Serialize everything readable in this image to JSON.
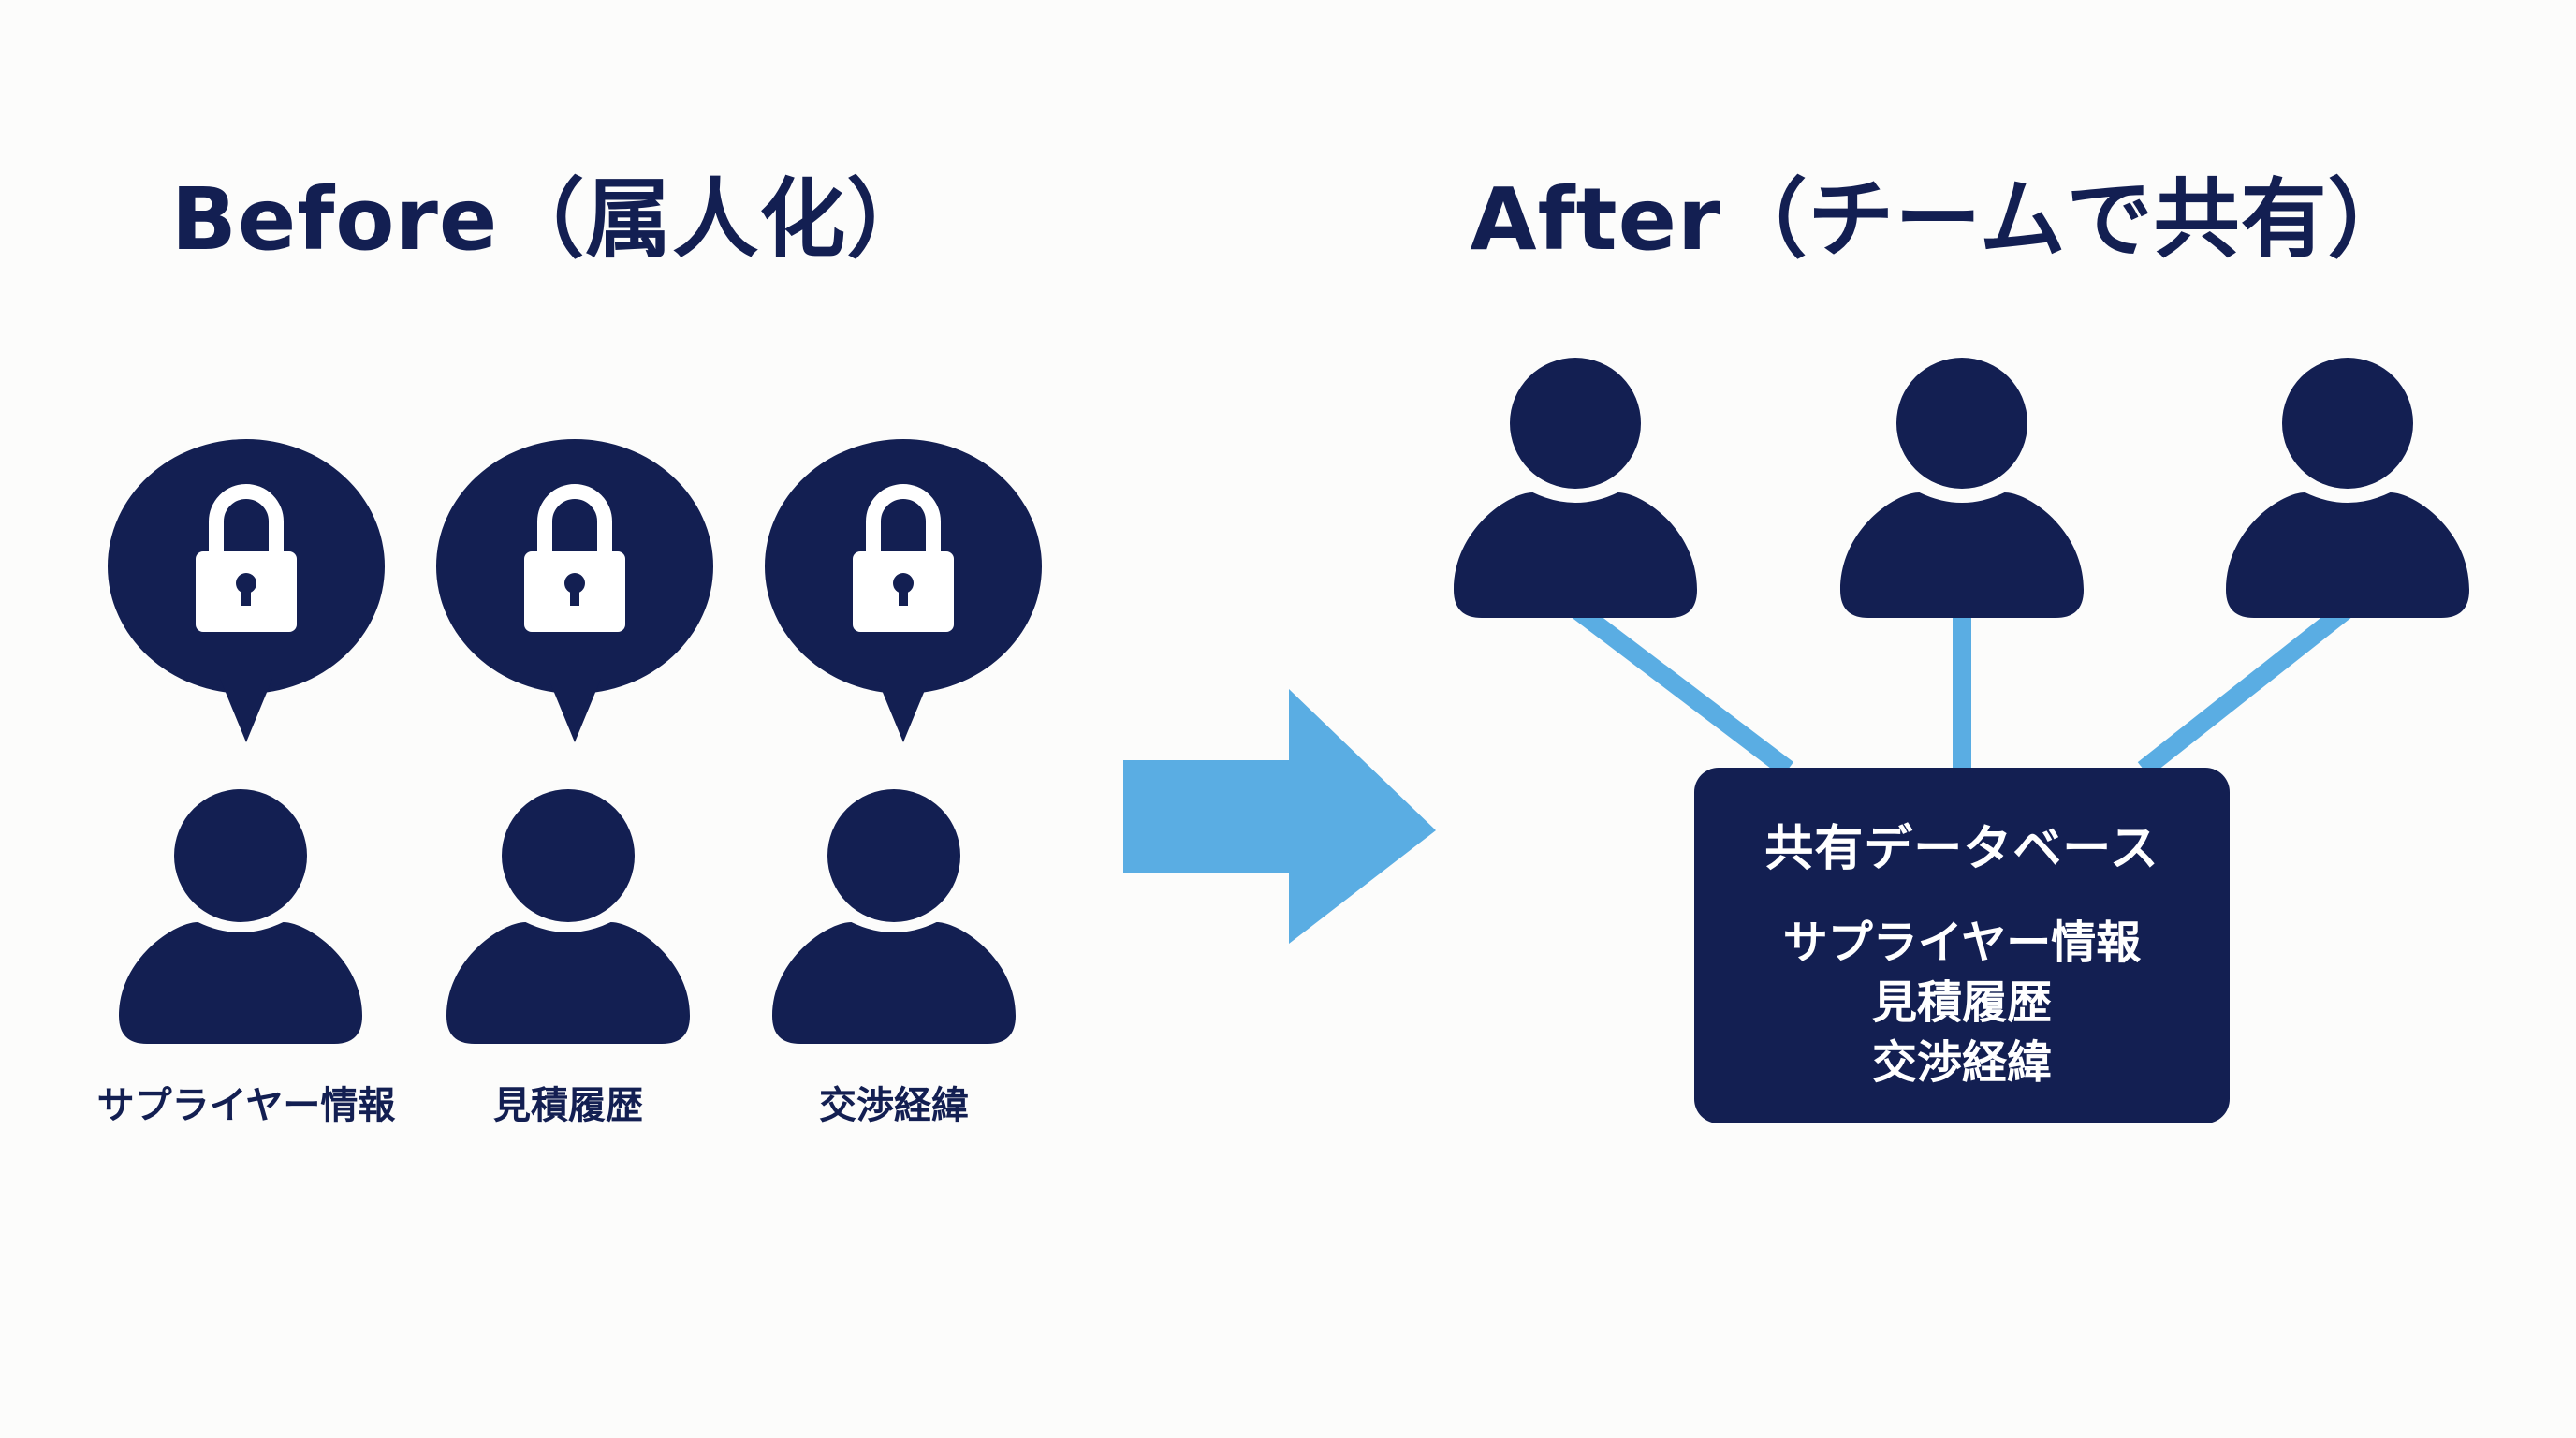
{
  "before": {
    "title": "Before（属人化）",
    "persons": [
      {
        "label": "サプライヤー情報",
        "icon": "lock-icon"
      },
      {
        "label": "見積履歴",
        "icon": "lock-icon"
      },
      {
        "label": "交渉経緯",
        "icon": "lock-icon"
      }
    ]
  },
  "transition": {
    "icon": "arrow-right-icon"
  },
  "after": {
    "title": "After（チームで共有）",
    "persons": 3,
    "database": {
      "title": "共有データベース",
      "items": [
        "サプライヤー情報",
        "見積履歴",
        "交渉経緯"
      ]
    }
  },
  "colors": {
    "navy": "#131f52",
    "accent_blue": "#5aade3",
    "background": "#fcfcfb",
    "white": "#ffffff"
  }
}
